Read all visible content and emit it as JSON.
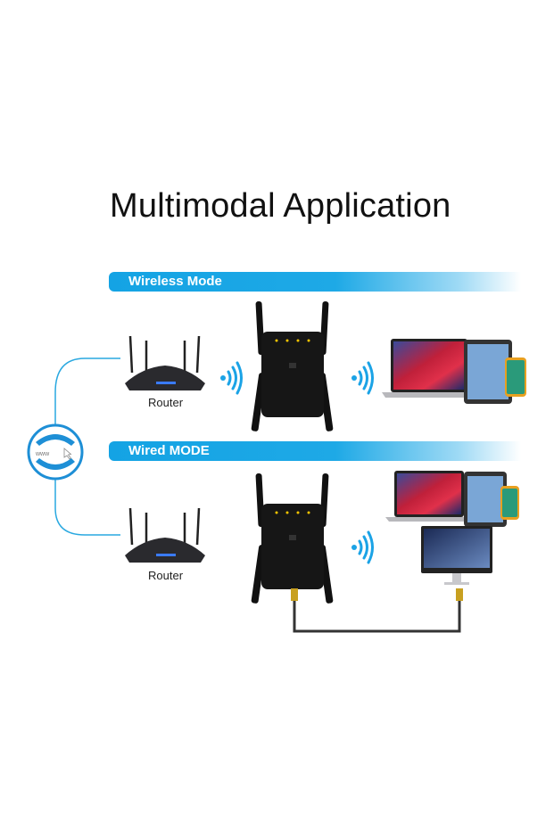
{
  "title": "Multimodal Application",
  "sections": [
    {
      "banner": "Wireless Mode",
      "router_label": "Router"
    },
    {
      "banner": "Wired MODE",
      "router_label": "Router"
    }
  ],
  "globe_text": "www",
  "colors": {
    "accent": "#14a3e4",
    "device": "#111111",
    "led": "#f5c400"
  },
  "icons": [
    "globe-icon",
    "router-icon",
    "wifi-signal-icon",
    "range-extender-icon",
    "laptop-icon",
    "tablet-icon",
    "phone-icon",
    "monitor-icon",
    "ethernet-cable-icon"
  ]
}
